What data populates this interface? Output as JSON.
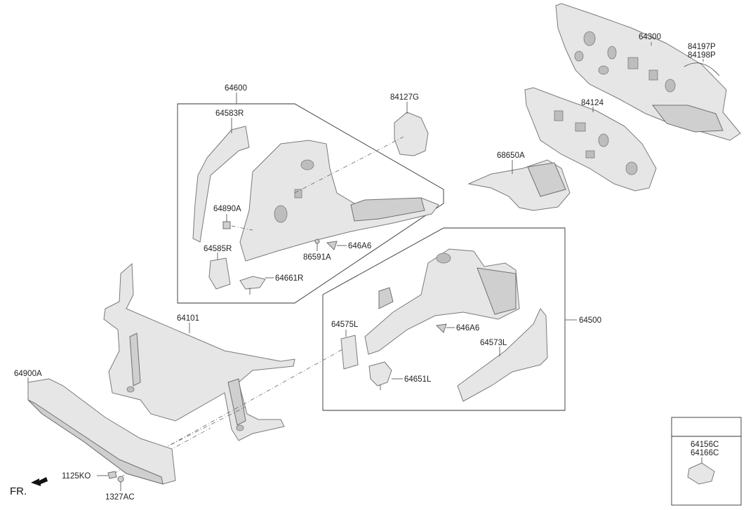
{
  "labels": {
    "l64600": "64600",
    "l64583R": "64583R",
    "l84127G": "84127G",
    "l64300": "64300",
    "l84197P": "84197P",
    "l84198P": "84198P",
    "l84124": "84124",
    "l68650A": "68650A",
    "l64890A": "64890A",
    "l64585R": "64585R",
    "l86591A": "86591A",
    "l646A6a": "646A6",
    "l64661R": "64661R",
    "l64101": "64101",
    "l64500": "64500",
    "l64575L": "64575L",
    "l646A6b": "646A6",
    "l64573L": "64573L",
    "l64651L": "64651L",
    "l64900A": "64900A",
    "l1125KO": "1125KO",
    "l1327AC": "1327AC",
    "l64156C": "64156C",
    "l64166C": "64166C",
    "fr": "FR."
  }
}
